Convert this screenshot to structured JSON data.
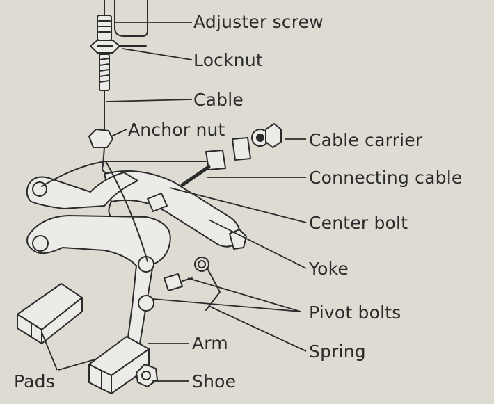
{
  "labels": {
    "adjuster_screw": "Adjuster screw",
    "locknut": "Locknut",
    "cable": "Cable",
    "anchor_nut": "Anchor nut",
    "cable_carrier": "Cable carrier",
    "connecting_cable": "Connecting cable",
    "center_bolt": "Center bolt",
    "yoke": "Yoke",
    "pivot_bolts": "Pivot bolts",
    "spring": "Spring",
    "arm": "Arm",
    "pads": "Pads",
    "shoe": "Shoe"
  },
  "colors": {
    "background": "#dedbd3",
    "ink": "#2b2b2b",
    "part_fill": "#ecebe7"
  }
}
